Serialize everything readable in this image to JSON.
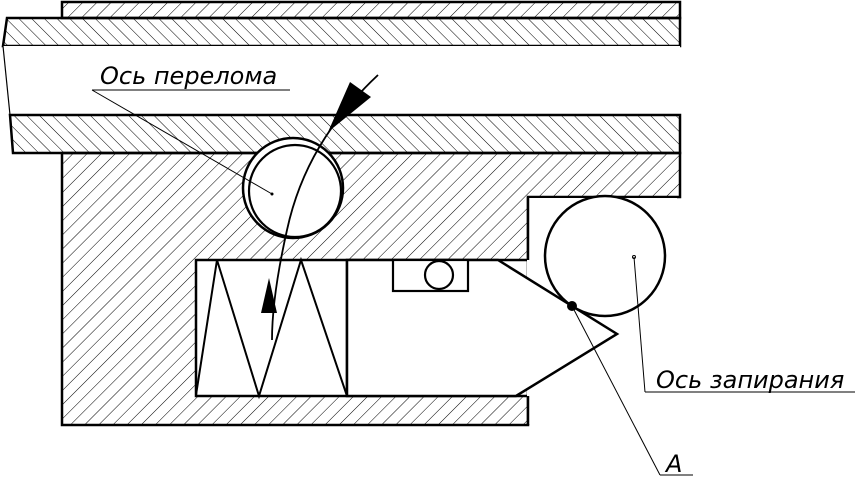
{
  "labels": {
    "hinge_axis": "Ось перелома",
    "locking_axis": "Ось запирания",
    "point_a": "A"
  },
  "colors": {
    "ink": "#000000",
    "background": "#ffffff"
  }
}
